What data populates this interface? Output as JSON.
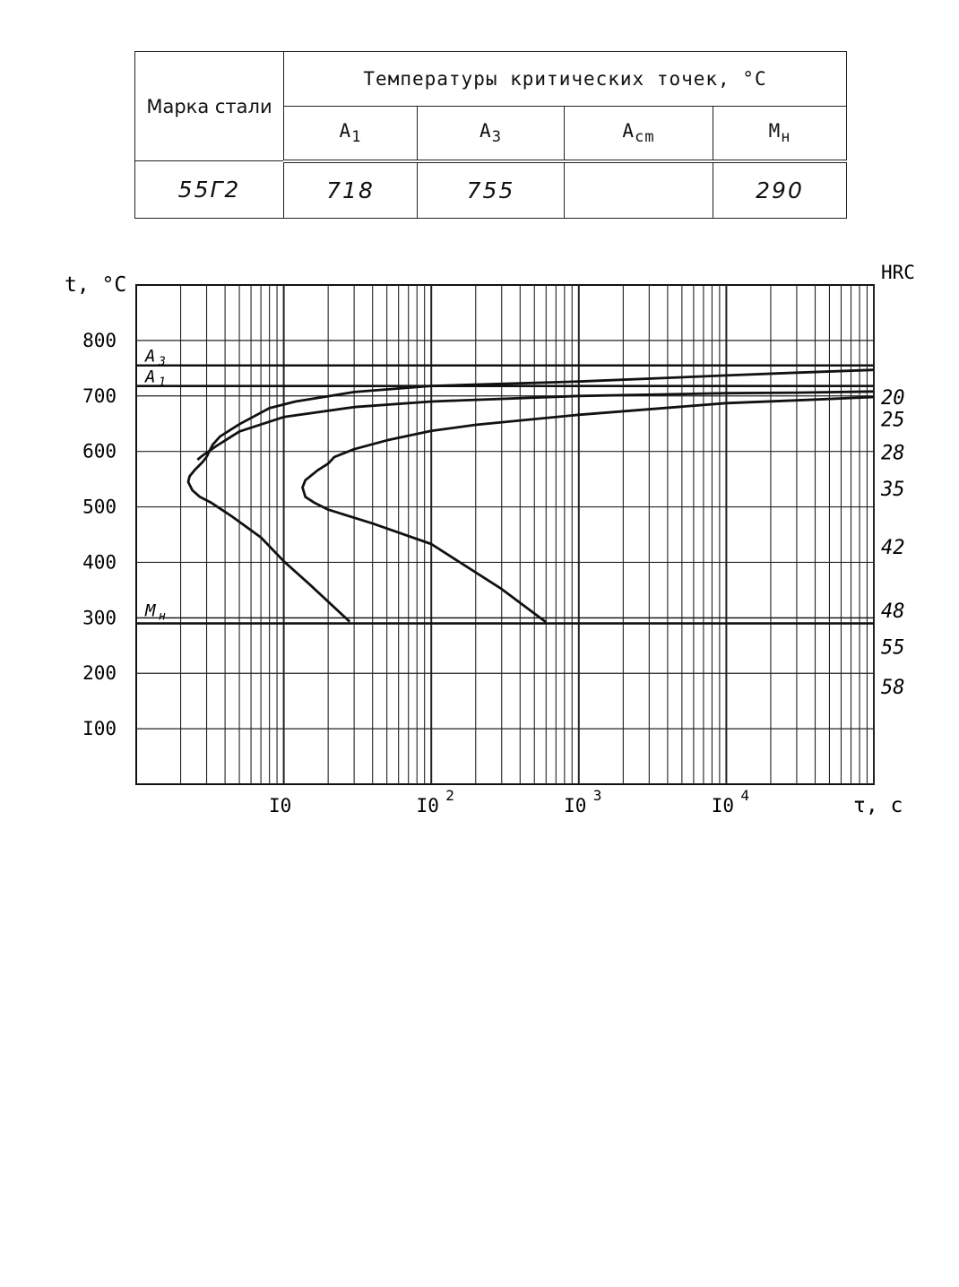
{
  "table": {
    "col_brand": "Марка стали",
    "col_temps": "Температуры критических точек, °C",
    "sub_headers": [
      "A1",
      "A3",
      "Acm",
      "Mн"
    ],
    "row": {
      "brand": "55Г2",
      "A1": "718",
      "A3": "755",
      "Acm": "",
      "Mn": "290"
    }
  },
  "chart_data": {
    "type": "line",
    "title": "",
    "xlabel": "τ, с",
    "ylabel": "t, °C",
    "right_axis_label": "HRC",
    "x_scale": "log",
    "xlim": [
      1,
      100000
    ],
    "ylim": [
      0,
      900
    ],
    "grid": true,
    "y_ticks": [
      100,
      200,
      300,
      400,
      500,
      600,
      700,
      800
    ],
    "y_tick_labels": [
      "I00",
      "200",
      "300",
      "400",
      "500",
      "600",
      "700",
      "800"
    ],
    "x_tick_labels": [
      {
        "value": 10,
        "label": "I0"
      },
      {
        "value": 100,
        "label": "I0",
        "sup": "2"
      },
      {
        "value": 1000,
        "label": "I0",
        "sup": "3"
      },
      {
        "value": 10000,
        "label": "I0",
        "sup": "4"
      }
    ],
    "hrc_labels": [
      {
        "t": 700,
        "label": "20"
      },
      {
        "t": 660,
        "label": "25"
      },
      {
        "t": 600,
        "label": "28"
      },
      {
        "t": 535,
        "label": "35"
      },
      {
        "t": 430,
        "label": "42"
      },
      {
        "t": 315,
        "label": "48"
      },
      {
        "t": 250,
        "label": "55"
      },
      {
        "t": 178,
        "label": "58"
      }
    ],
    "reference_lines": [
      {
        "name": "A3",
        "t": 755
      },
      {
        "name": "A1",
        "t": 718
      },
      {
        "name": "Mн",
        "t": 290
      }
    ],
    "series": [
      {
        "values": [
          [
            100000,
            747
          ],
          [
            30000,
            742
          ],
          [
            10000,
            737
          ],
          [
            1000,
            726
          ],
          [
            100,
            718
          ],
          [
            30,
            707
          ],
          [
            12,
            690
          ],
          [
            8,
            678
          ],
          [
            5,
            649
          ],
          [
            3.7,
            627
          ],
          [
            3.3,
            612
          ],
          [
            3.1,
            598
          ],
          [
            3.0,
            590
          ]
        ]
      },
      {
        "values": [
          [
            100000,
            708
          ],
          [
            30000,
            706
          ],
          [
            10000,
            705
          ],
          [
            1000,
            700
          ],
          [
            100,
            690
          ],
          [
            30,
            680
          ],
          [
            10,
            662
          ],
          [
            5,
            636
          ],
          [
            3.5,
            610
          ],
          [
            2.8,
            592
          ],
          [
            2.6,
            585
          ]
        ]
      },
      {
        "values": [
          [
            100000,
            698
          ],
          [
            30000,
            692
          ],
          [
            10000,
            687
          ],
          [
            1000,
            666
          ],
          [
            200,
            648
          ],
          [
            100,
            637
          ],
          [
            50,
            620
          ],
          [
            30,
            604
          ],
          [
            22,
            590
          ],
          [
            20,
            578
          ],
          [
            17,
            566
          ],
          [
            14,
            548
          ],
          [
            13.4,
            535
          ],
          [
            14,
            518
          ],
          [
            16,
            508
          ],
          [
            20,
            495
          ],
          [
            40,
            470
          ],
          [
            100,
            433
          ],
          [
            300,
            352
          ],
          [
            600,
            292
          ]
        ]
      },
      {
        "values": [
          [
            3.0,
            590
          ],
          [
            2.8,
            580
          ],
          [
            2.5,
            567
          ],
          [
            2.3,
            555
          ],
          [
            2.25,
            545
          ],
          [
            2.4,
            530
          ],
          [
            2.7,
            518
          ],
          [
            3.2,
            508
          ],
          [
            4.5,
            482
          ],
          [
            7,
            445
          ],
          [
            10,
            402
          ],
          [
            15,
            360
          ],
          [
            28,
            293
          ]
        ]
      }
    ]
  }
}
